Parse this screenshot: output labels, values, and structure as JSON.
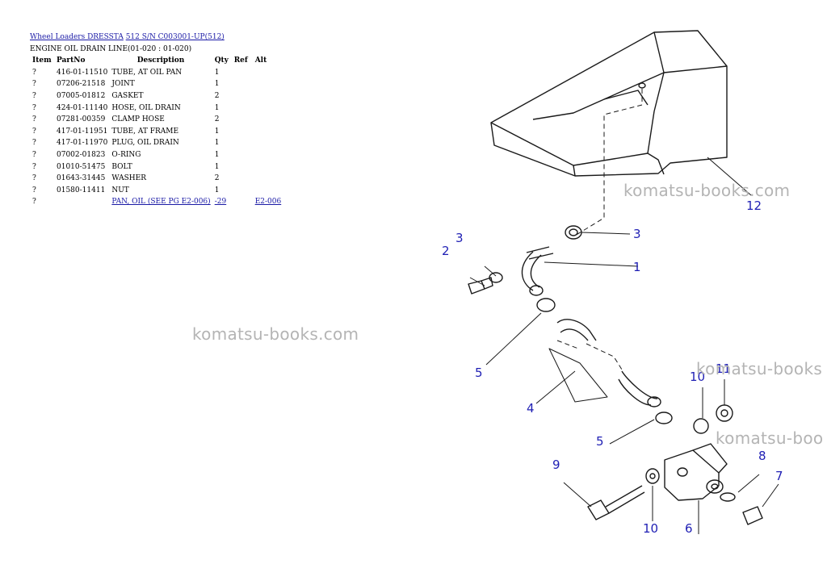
{
  "breadcrumb": {
    "link1": "Wheel Loaders DRESSTA",
    "link2": "512 S/N C003001-UP(512)"
  },
  "section_title": "ENGINE OIL DRAIN LINE(01-020 : 01-020)",
  "table": {
    "headers": {
      "item": "Item",
      "partno": "PartNo",
      "description": "Description",
      "qty": "Qty",
      "ref": "Ref",
      "alt": "Alt"
    },
    "rows": [
      {
        "item": "?",
        "partno": "416-01-11510",
        "description": "TUBE, AT OIL PAN",
        "qty": "1",
        "ref": "",
        "alt": ""
      },
      {
        "item": "?",
        "partno": "07206-21518",
        "description": "JOINT",
        "qty": "1",
        "ref": "",
        "alt": ""
      },
      {
        "item": "?",
        "partno": "07005-01812",
        "description": "GASKET",
        "qty": "2",
        "ref": "",
        "alt": ""
      },
      {
        "item": "?",
        "partno": "424-01-11140",
        "description": "HOSE, OIL DRAIN",
        "qty": "1",
        "ref": "",
        "alt": ""
      },
      {
        "item": "?",
        "partno": "07281-00359",
        "description": "CLAMP HOSE",
        "qty": "2",
        "ref": "",
        "alt": ""
      },
      {
        "item": "?",
        "partno": "417-01-11951",
        "description": "TUBE, AT FRAME",
        "qty": "1",
        "ref": "",
        "alt": ""
      },
      {
        "item": "?",
        "partno": "417-01-11970",
        "description": "PLUG, OIL DRAIN",
        "qty": "1",
        "ref": "",
        "alt": ""
      },
      {
        "item": "?",
        "partno": "07002-01823",
        "description": "O-RING",
        "qty": "1",
        "ref": "",
        "alt": ""
      },
      {
        "item": "?",
        "partno": "01010-51475",
        "description": "BOLT",
        "qty": "1",
        "ref": "",
        "alt": ""
      },
      {
        "item": "?",
        "partno": "01643-31445",
        "description": "WASHER",
        "qty": "2",
        "ref": "",
        "alt": ""
      },
      {
        "item": "?",
        "partno": "01580-11411",
        "description": "NUT",
        "qty": "1",
        "ref": "",
        "alt": ""
      }
    ],
    "link_row": {
      "item": "?",
      "description": "PAN, OIL (SEE PG E2-006)",
      "qty": "-29",
      "alt": "E2-006"
    }
  },
  "watermark_text": "komatsu-books.com",
  "watermark_partial_1": "komatsu-books",
  "watermark_partial_2": "komatsu-boo",
  "diagram": {
    "callouts": {
      "c12": "12",
      "c3a": "3",
      "c3b": "3",
      "c2": "2",
      "c1": "1",
      "c5a": "5",
      "c4": "4",
      "c5b": "5",
      "c10a": "10",
      "c11": "11",
      "c9": "9",
      "c8": "8",
      "c7": "7",
      "c10b": "10",
      "c6": "6"
    }
  },
  "colors": {
    "link": "#1a1aa6",
    "callout": "#1f1fb4",
    "watermark": "#b4b4b4"
  }
}
